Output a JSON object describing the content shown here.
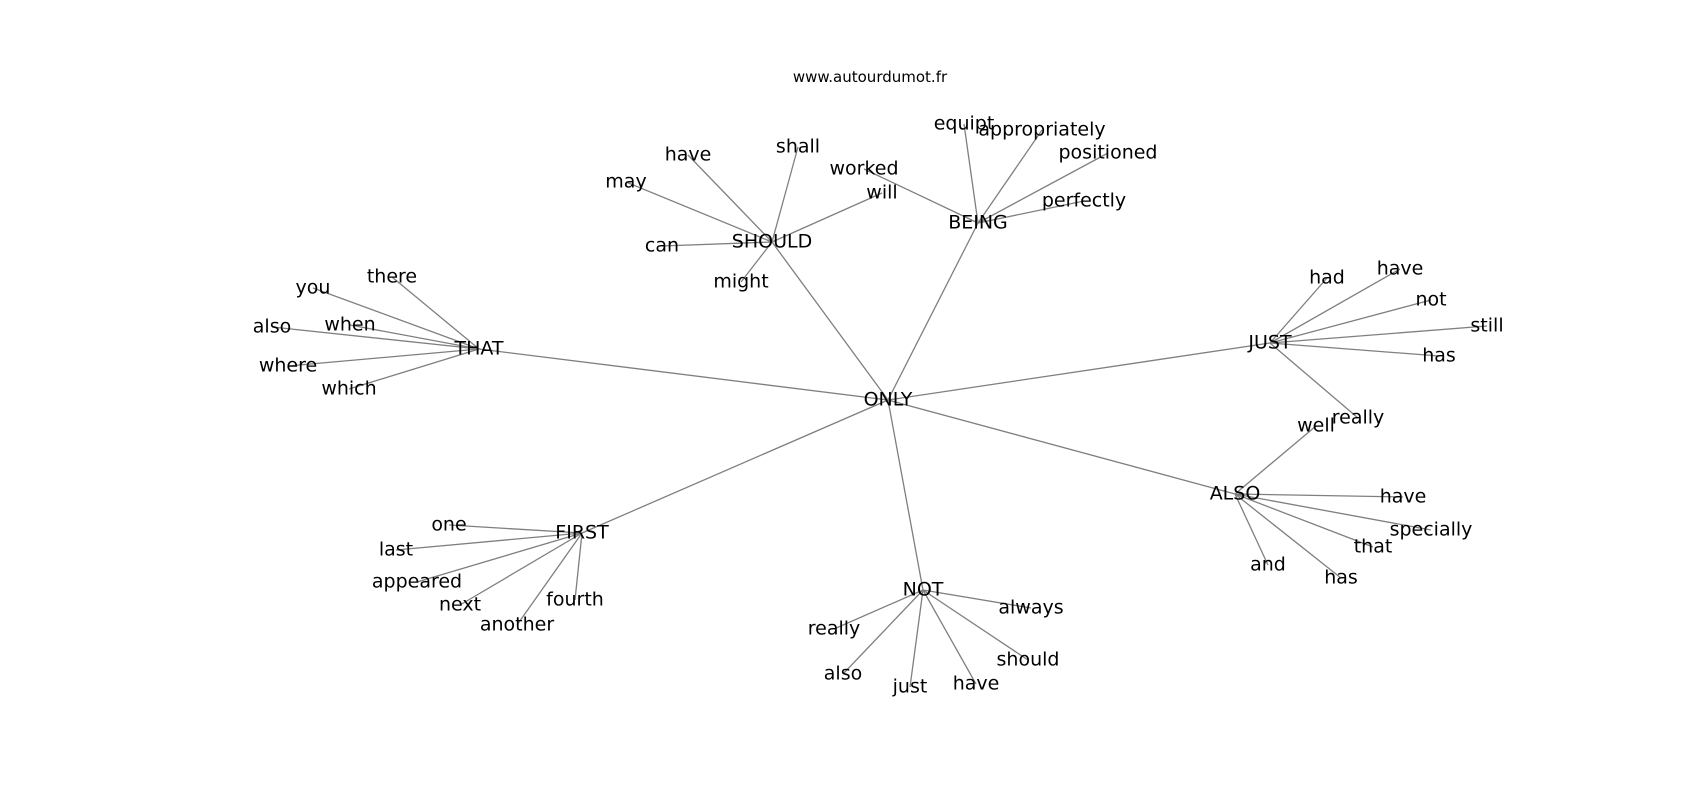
{
  "credit": "www.autourdumot.fr",
  "graph": {
    "center": "ONLY",
    "hubs": [
      {
        "label": "SHOULD",
        "words": [
          "have",
          "shall",
          "may",
          "will",
          "can",
          "might"
        ]
      },
      {
        "label": "BEING",
        "words": [
          "equipt",
          "appropriately",
          "positioned",
          "worked",
          "perfectly"
        ]
      },
      {
        "label": "THAT",
        "words": [
          "there",
          "you",
          "when",
          "also",
          "where",
          "which"
        ]
      },
      {
        "label": "JUST",
        "words": [
          "had",
          "have",
          "not",
          "still",
          "has",
          "really"
        ]
      },
      {
        "label": "ALSO",
        "words": [
          "well",
          "have",
          "specially",
          "that",
          "and",
          "has"
        ]
      },
      {
        "label": "FIRST",
        "words": [
          "one",
          "last",
          "appeared",
          "next",
          "another",
          "fourth"
        ]
      },
      {
        "label": "NOT",
        "words": [
          "always",
          "really",
          "should",
          "also",
          "just",
          "have"
        ]
      }
    ]
  }
}
